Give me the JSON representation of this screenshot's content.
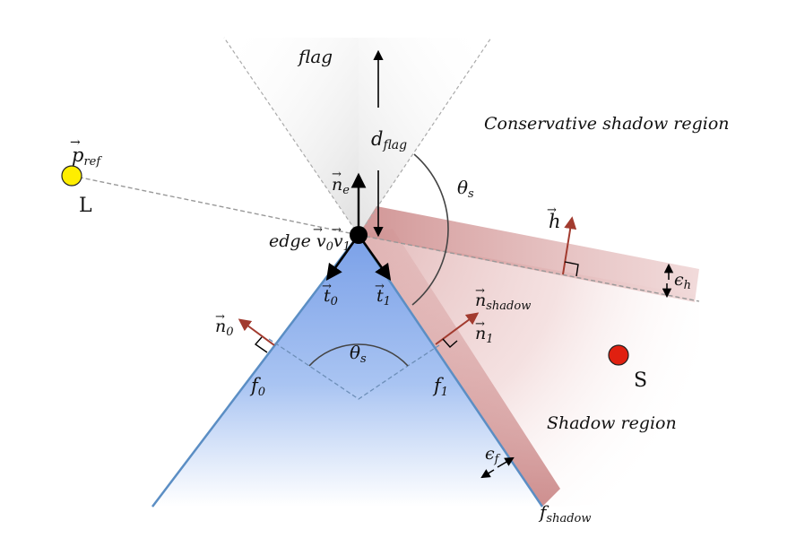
{
  "labels": {
    "flag": "flag",
    "d_flag": "d",
    "d_flag_sub": "flag",
    "conservative_region": "Conservative shadow region",
    "shadow_region": "Shadow region",
    "theta_s_right": "θ",
    "theta_s_right_sub": "s",
    "theta_s_center": "θ",
    "theta_s_center_sub": "s",
    "p_ref": "p",
    "p_ref_sub": "ref",
    "light": "L",
    "n_e": "n",
    "n_e_sub": "e",
    "edge_prefix": "edge ",
    "v0": "v",
    "v0_sub": "0",
    "v1": "v",
    "v1_sub": "1",
    "t0": "t",
    "t0_sub": "0",
    "t1": "t",
    "t1_sub": "1",
    "n0": "n",
    "n0_sub": "0",
    "n1": "n",
    "n1_sub": "1",
    "n_shadow": "n",
    "n_shadow_sub": "shadow",
    "h": "h",
    "eps_h": "ϵ",
    "eps_h_sub": "h",
    "eps_f": "ϵ",
    "eps_f_sub": "f",
    "f0": "f",
    "f0_sub": "0",
    "f1": "f",
    "f1_sub": "1",
    "f_shadow": "f",
    "f_shadow_sub": "shadow",
    "S": "S"
  },
  "colors": {
    "face_blue": "#5b8ed6",
    "edge_line": "#5b8ec4",
    "shadow_red": "#c98a8a",
    "normal_arrow": "#a23b2f",
    "flag_purple": "#a070e0",
    "light_yellow": "#ffee00",
    "sample_red": "#e02010"
  }
}
